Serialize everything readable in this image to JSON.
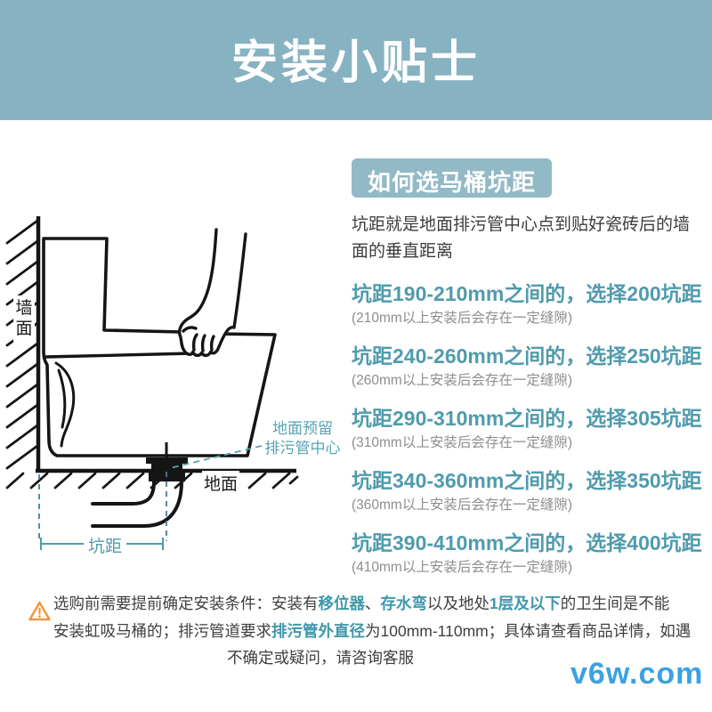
{
  "header": {
    "title": "安装小贴士"
  },
  "section": {
    "badge": "如何选马桶坑距",
    "description": "坑距就是地面排污管中心点到贴好瓷砖后的墙面的垂直距离",
    "items": [
      {
        "title": "坑距190-210mm之间的，选择200坑距",
        "note": "(210mm以上安装后会存在一定缝隙)"
      },
      {
        "title": "坑距240-260mm之间的，选择250坑距",
        "note": "(260mm以上安装后会存在一定缝隙)"
      },
      {
        "title": "坑距290-310mm之间的，选择305坑距",
        "note": "(310mm以上安装后会存在一定缝隙)"
      },
      {
        "title": "坑距340-360mm之间的，选择350坑距",
        "note": "(360mm以上安装后会存在一定缝隙)"
      },
      {
        "title": "坑距390-410mm之间的，选择400坑距",
        "note": "(410mm以上安装后会存在一定缝隙)"
      }
    ]
  },
  "diagram": {
    "wall_label": "墙面",
    "floor_label": "地面",
    "pit_label": "坑距",
    "pipe_label_line1": "地面预留",
    "pipe_label_line2": "排污管中心"
  },
  "warning": {
    "line1": [
      {
        "t": "选购前需要提前确定安装条件：安装有"
      },
      {
        "t": "移位器",
        "hl": true
      },
      {
        "t": "、"
      },
      {
        "t": "存水弯",
        "hl": true
      },
      {
        "t": "以及地处"
      },
      {
        "t": "1层及以下",
        "hl": true
      },
      {
        "t": "的卫生间是不能"
      }
    ],
    "line2": [
      {
        "t": "安装虹吸马桶的；排污管道要求"
      },
      {
        "t": "排污管外直径",
        "hl": true
      },
      {
        "t": "为100mm-110mm；具体请查看商品详情，如遇"
      }
    ],
    "line3": [
      {
        "t": "不确定或疑问，请咨询客服"
      }
    ]
  },
  "watermark": "v6w.com",
  "colors": {
    "banner_teal": "#87b2c1",
    "badge_teal": "#92b9c6",
    "accent_teal": "#4f9bad",
    "highlight_teal": "#3f97aa",
    "note_gray": "#8e8e8e",
    "text_dark": "#3c3c3c",
    "diagram_line": "#151515",
    "warning_orange": "#f0953f",
    "watermark_blue": "#3ba1e3"
  }
}
